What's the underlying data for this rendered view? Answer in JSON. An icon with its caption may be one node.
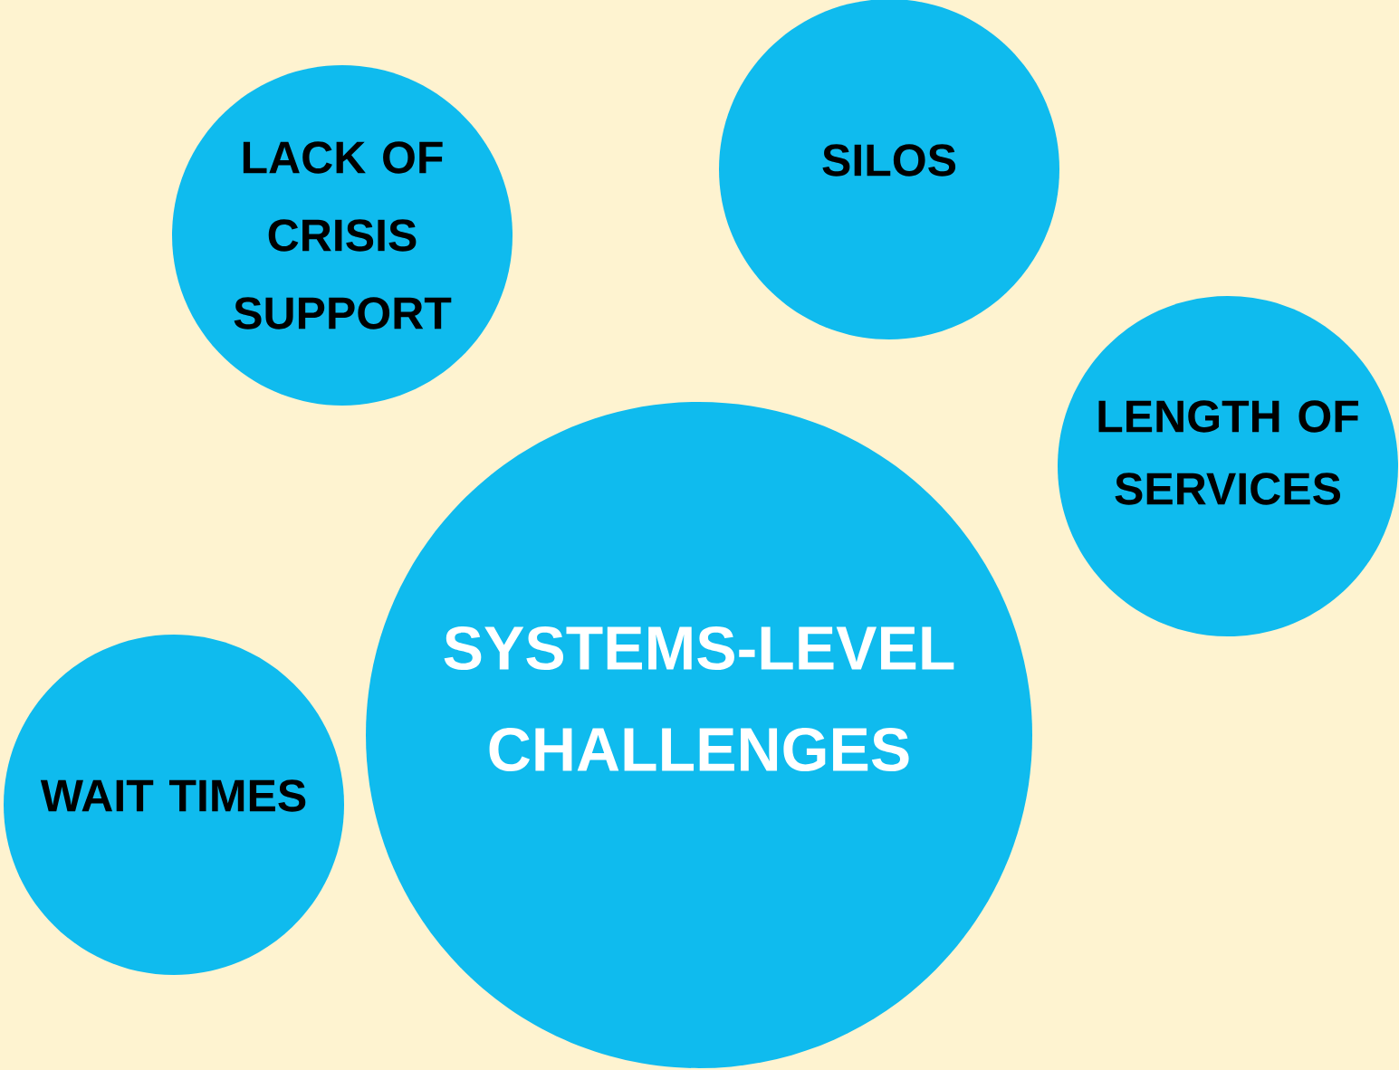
{
  "diagram": {
    "nodes": [
      {
        "text": [
          "LACK OF CRISIS SUPPORT"
        ]
      },
      {
        "text": [
          "SILOS"
        ]
      },
      {
        "text": [
          "LENGTH OF SERVICES"
        ]
      },
      {
        "text": [
          "SYSTEMS-LEVEL CHALLENGES"
        ]
      },
      {
        "text": [
          "WAIT TIMES"
        ]
      }
    ]
  }
}
